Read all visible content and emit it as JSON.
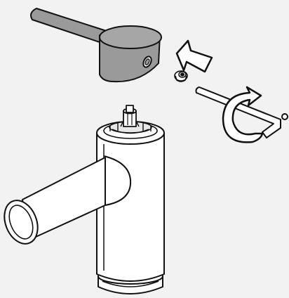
{
  "diagram": {
    "background": "#f2f2f2",
    "line_color": "#111111",
    "handle_fill": "#9a9a9a",
    "handle_top_fill": "#a6a6a6",
    "body_fill": "#ffffff",
    "arrow_fill": "#ffffff",
    "parts": [
      "handle-lever",
      "set-screw",
      "hex-key",
      "rotation-arrow",
      "insert-arrow",
      "faucet-body",
      "spout",
      "cartridge-stem"
    ]
  }
}
